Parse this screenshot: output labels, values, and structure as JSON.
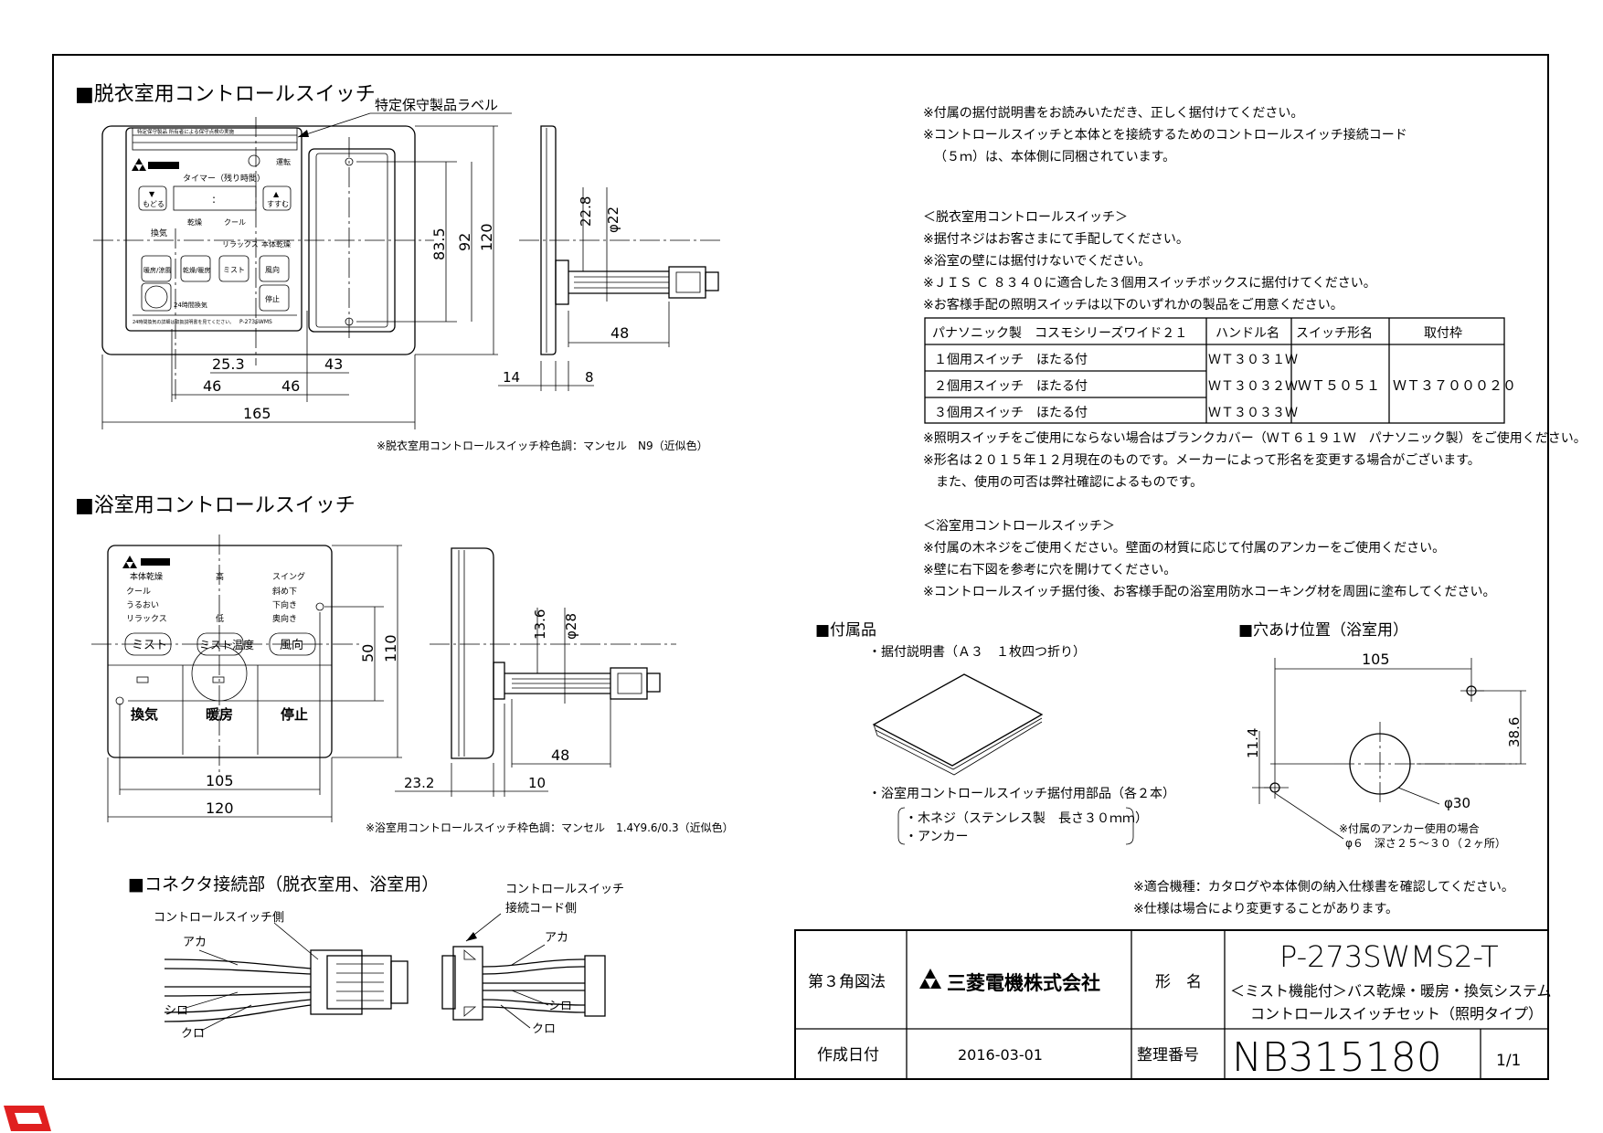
{
  "sections": {
    "dressing_title": "■脱衣室用コントロールスイッチ",
    "bathroom_title": "■浴室用コントロールスイッチ",
    "connector_title": "■コネクタ接続部（脱衣室用、浴室用）",
    "accessories_title": "■付属品",
    "hole_title": "■穴あけ位置（浴室用）"
  },
  "dressing": {
    "label_callout": "特定保守製品ラベル",
    "label_text": "特定保守製品 所有者による保守点検の実施",
    "panel": {
      "timer": "タイマー（残り時間）",
      "back": "もどる",
      "forward": "すすむ",
      "ventilate": "換気",
      "dry": "乾燥",
      "cool": "クール",
      "relax": "リラックス",
      "main_dry": "本体乾燥",
      "warm_cool": "暖房/涼風",
      "dry_heat": "乾燥/暖房",
      "mist": "ミスト",
      "direction": "風向",
      "stop": "停止",
      "hours24": "24時間換気",
      "model": "P-273SWMS",
      "bottom_note": "24時間換気の詳細は取扱説明書を見てください。"
    },
    "dims": {
      "d83_5": "83.5",
      "d92": "92",
      "d120": "120",
      "d25_3": "25.3",
      "d43": "43",
      "d46a": "46",
      "d46b": "46",
      "d165": "165",
      "d22_8": "22.8",
      "phi22": "φ22",
      "d48": "48",
      "d14": "14",
      "d8": "8"
    },
    "color_note": "※脱衣室用コントロールスイッチ枠色調：マンセル　N9（近似色）"
  },
  "bathroom": {
    "panel": {
      "main_dry": "本体乾燥",
      "cool": "クール",
      "moist": "うるおい",
      "relax": "リラックス",
      "high": "高",
      "low": "低",
      "swing": "スイング",
      "diag_down": "斜め下",
      "down": "下向き",
      "back": "奥向き",
      "mist": "ミスト",
      "mist_temp": "ミスト温度",
      "direction": "風向",
      "ventilate": "換気",
      "heat": "暖房",
      "stop": "停止"
    },
    "dims": {
      "d50": "50",
      "d110": "110",
      "d105": "105",
      "d120": "120",
      "d13_6": "13.6",
      "phi28": "φ28",
      "d48": "48",
      "d23_2": "23.2",
      "d10": "10"
    },
    "color_note": "※浴室用コントロールスイッチ枠色調：マンセル　1.4Y9.6/0.3（近似色）"
  },
  "connector": {
    "cs_side": "コントロールスイッチ側",
    "cord_line1": "コントロールスイッチ",
    "cord_line2": "接続コード側",
    "red1": "アカ",
    "white1": "シロ",
    "black1": "クロ",
    "red2": "アカ",
    "white2": "シロ",
    "black2": "クロ"
  },
  "notes": {
    "intro": [
      "※付属の据付説明書をお読みいただき、正しく据付けてください。",
      "※コントロールスイッチと本体とを接続するためのコントロールスイッチ接続コード",
      "（５ｍ）は、本体側に同梱されています。"
    ],
    "dressing_header": "＜脱衣室用コントロールスイッチ＞",
    "dressing": [
      "※据付ネジはお客さまにて手配してください。",
      "※浴室の壁には据付けないでください。",
      "※ＪＩＳ Ｃ ８３４０に適合した３個用スイッチボックスに据付けてください。",
      "※お客様手配の照明スイッチは以下のいずれかの製品をご用意ください。"
    ],
    "after_table": [
      "※照明スイッチをご使用にならない場合はブランクカバー（ＷＴ６１９１Ｗ　パナソニック製）をご使用ください。",
      "※形名は２０１５年１２月現在のものです。メーカーによって形名を変更する場合がございます。",
      "　また、使用の可否は弊社確認によるものです。"
    ],
    "bathroom_header": "＜浴室用コントロールスイッチ＞",
    "bathroom": [
      "※付属の木ネジをご使用ください。壁面の材質に応じて付属のアンカーをご使用ください。",
      "※壁に右下図を参考に穴を開けてください。",
      "※コントロールスイッチ据付後、お客様手配の浴室用防水コーキング材を周囲に塗布してください。"
    ],
    "footer": [
      "※適合機種：カタログや本体側の納入仕様書を確認してください。",
      "※仕様は場合により変更することがあります。"
    ]
  },
  "switch_table": {
    "headers": [
      "パナソニック製　コスモシリーズワイド２１",
      "ハンドル名",
      "スイッチ形名",
      "取付枠"
    ],
    "rows": [
      {
        "name": "１個用スイッチ　ほたる付",
        "handle": "ＷＴ３０３１Ｗ"
      },
      {
        "name": "２個用スイッチ　ほたる付",
        "handle": "ＷＴ３０３２Ｗ"
      },
      {
        "name": "３個用スイッチ　ほたる付",
        "handle": "ＷＴ３０３３Ｗ"
      }
    ],
    "switch_model": "ＷＴ５０５１",
    "frame": "ＷＴ３７０００２０"
  },
  "accessories": {
    "manual": "・据付説明書（Ａ３　１枚四つ折り）",
    "parts": "・浴室用コントロールスイッチ据付用部品（各２本）",
    "screw": "・木ネジ（ステンレス製　長さ３０ｍｍ）",
    "anchor": "・アンカー"
  },
  "hole": {
    "d105": "105",
    "d11_4": "11.4",
    "d38_6": "38.6",
    "phi30": "φ30",
    "note1": "※付属のアンカー使用の場合",
    "note2": "φ６　深さ２５～３０（２ヶ所）"
  },
  "title_block": {
    "projection": "第３角図法",
    "company": "三菱電機株式会社",
    "name_label": "形　名",
    "model": "P-273SWMS2-T",
    "desc1": "＜ミスト機能付＞バス乾燥・暖房・換気システム",
    "desc2": "コントロールスイッチセット（照明タイプ）",
    "date_label": "作成日付",
    "date": "2016-03-01",
    "number_label": "整理番号",
    "number": "NB315180",
    "page": "1/1"
  },
  "colors": {
    "line": "#000000",
    "corner_mark": "#e02020"
  }
}
